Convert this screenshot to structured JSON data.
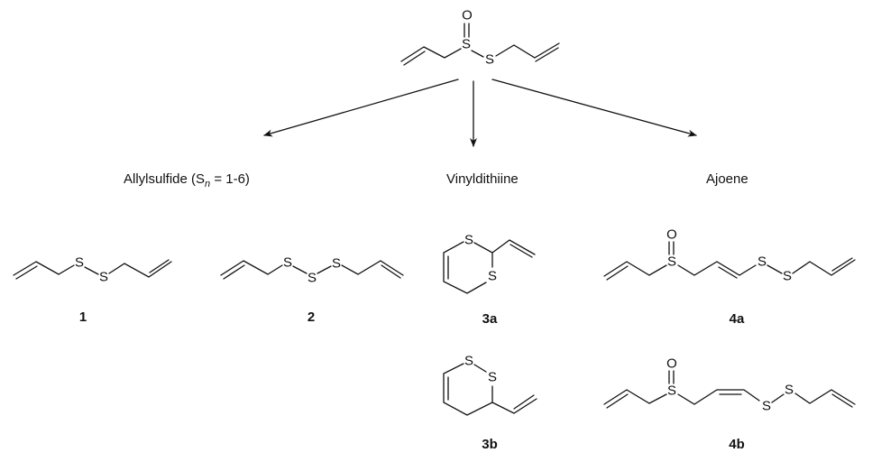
{
  "atoms": {
    "sulfur": "S",
    "oxygen": "O"
  },
  "categories": {
    "allylsulfide_prefix": "Allylsulfide (S",
    "allylsulfide_sub": "n",
    "allylsulfide_suffix": " = 1-6)",
    "vinyldithiine": "Vinyldithiine",
    "ajoene": "Ajoene"
  },
  "compounds": {
    "c1": "1",
    "c2": "2",
    "c3a": "3a",
    "c3b": "3b",
    "c4a": "4a",
    "c4b": "4b"
  }
}
